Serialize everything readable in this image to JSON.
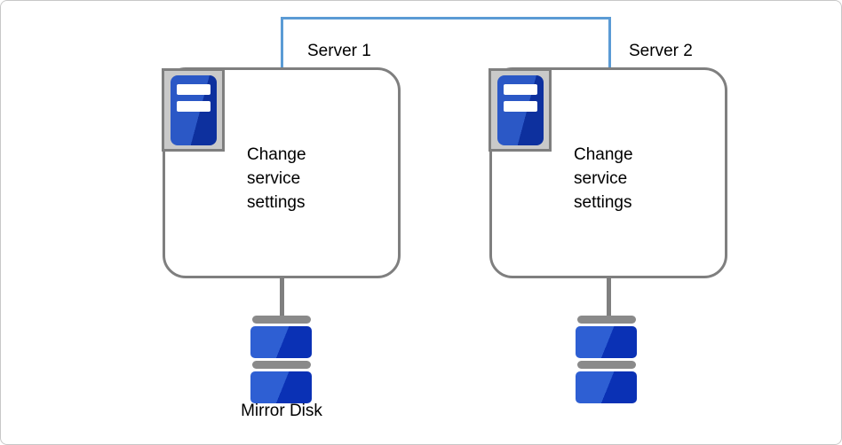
{
  "diagram": {
    "type": "cluster-mirror-disk-diagram",
    "network_link": {
      "style": "bracket",
      "color": "#5B9BD5"
    },
    "nodes": [
      {
        "label": "Server 1",
        "icon": "server-tower-icon",
        "body_lines": [
          "Change",
          "service",
          "settings"
        ],
        "disk": {
          "icon": "disk-stack-icon",
          "label": "Mirror Disk"
        }
      },
      {
        "label": "Server 2",
        "icon": "server-tower-icon",
        "body_lines": [
          "Change",
          "service",
          "settings"
        ],
        "disk": {
          "icon": "disk-stack-icon"
        }
      }
    ]
  },
  "colors": {
    "canvas-border": "#C8C8C8",
    "link-blue": "#5B9BD5",
    "outline-gray": "#7F7F7F",
    "plate-gray": "#C9C9C9",
    "bar-gray": "#8A8A8A",
    "tower-blue-light": "#2B58C6",
    "tower-blue-dark": "#0D309E",
    "disk-blue-light": "#2E5FD3",
    "disk-blue-dark": "#0A31B5",
    "text-color": "#000000"
  }
}
